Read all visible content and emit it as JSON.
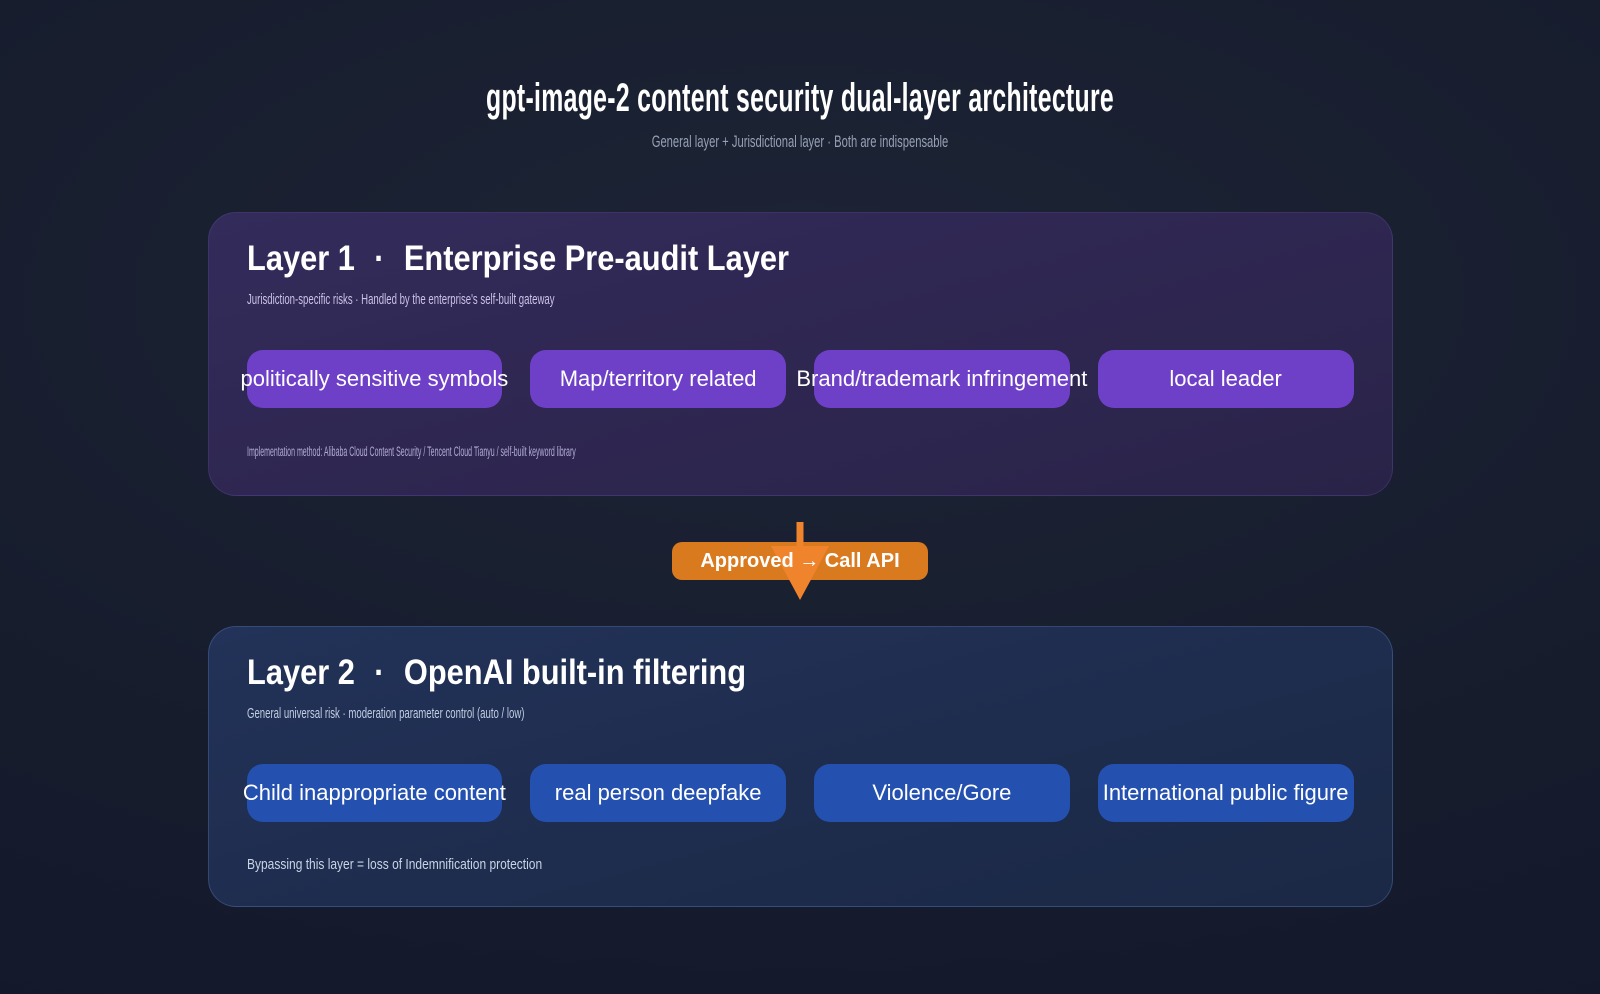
{
  "header": {
    "title": "gpt-image-2 content security dual-layer architecture",
    "subtitle": "General layer + Jurisdictional layer · Both are indispensable"
  },
  "layer1": {
    "name": "Layer 1",
    "separator": "·",
    "title": "Enterprise Pre-audit Layer",
    "subtitle": "Jurisdiction-specific risks · Handled by the enterprise's self-built gateway",
    "chips": [
      "politically sensitive symbols",
      "Map/territory related",
      "Brand/trademark infringement",
      "local leader"
    ],
    "footnote": "Implementation method: Alibaba Cloud Content Security / Tencent Cloud Tianyu / self-built keyword library",
    "colors": {
      "card": "#2e2751",
      "chip": "#6e40c8"
    }
  },
  "flow": {
    "badge_label": "Approved → Call API",
    "colors": {
      "badge": "#d97a1f",
      "arrow": "#f0842d"
    }
  },
  "layer2": {
    "name": "Layer 2",
    "separator": "·",
    "title": "OpenAI built-in filtering",
    "subtitle": "General universal risk · moderation parameter control (auto / low)",
    "chips": [
      "Child inappropriate content",
      "real person deepfake",
      "Violence/Gore",
      "International public figure"
    ],
    "footnote": "Bypassing this layer = loss of Indemnification protection",
    "colors": {
      "card": "#1f2e52",
      "chip": "#2450b0"
    }
  }
}
